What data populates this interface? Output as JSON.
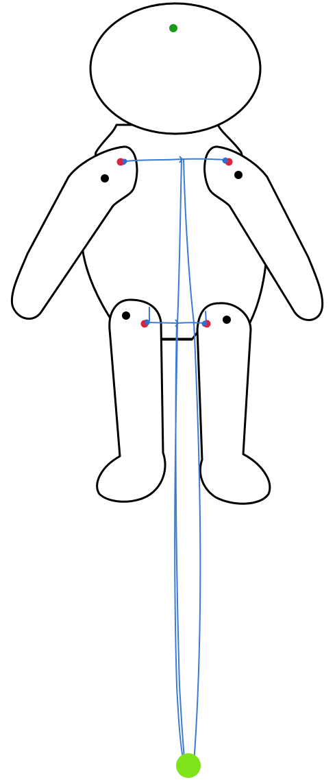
{
  "diagram": {
    "subject": "jointed-puppet-string-diagram",
    "colors": {
      "outline": "#000000",
      "fill": "#ffffff",
      "string": "#3a7bd5",
      "anchor_point": "#d8253a",
      "knot": "#2f6fd0",
      "head_marker": "#1a9a1a",
      "control_ring": "#7fe31a",
      "joint_pivot": "#000000"
    },
    "icons": {
      "head": "head-shape",
      "body": "torso-shape",
      "arms": "arm-shape",
      "legs": "leg-shape",
      "ring": "control-ring-icon"
    }
  }
}
